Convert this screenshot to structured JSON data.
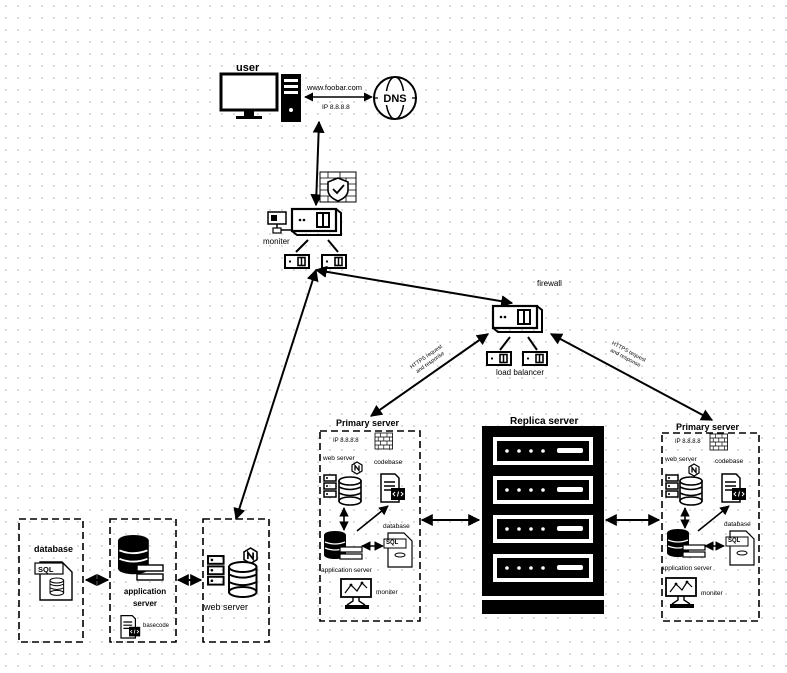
{
  "user": {
    "label": "user",
    "domain": "www.foobar.com",
    "ip": "IP 8.8.8.8",
    "dns_label": "DNS"
  },
  "top_balancer": {
    "moniter_label": "moniter"
  },
  "firewall": {
    "label": "firewall"
  },
  "load_balancer": {
    "label": "load balancer"
  },
  "links": {
    "left": [
      "HTTPS request",
      "and response"
    ],
    "right": [
      "HTTPS request",
      "and response"
    ]
  },
  "primary_left": {
    "title": "Primary server",
    "ip": "IP 8.8.8.8",
    "web_server": "web server",
    "codebase": "codebase",
    "database": "database",
    "sql": "SQL",
    "application_server": "application server",
    "moniter": "moniter"
  },
  "primary_right": {
    "title": "Primary server",
    "ip": "IP 8.8.8.8",
    "web_server": "web server",
    "codebase": "codebase",
    "database": "database",
    "sql": "SQL",
    "application_server": "application server",
    "moniter": "moniter"
  },
  "replica": {
    "title": "Replica server"
  },
  "legacy": {
    "database": "database",
    "sql": "SQL",
    "application_server_line1": "application",
    "application_server_line2": "server",
    "basecode": "basecode",
    "web_server": "web server"
  },
  "colors": {
    "stroke": "#000000",
    "ip_text": "#444444",
    "dot_grid": "#d2d2d2"
  }
}
